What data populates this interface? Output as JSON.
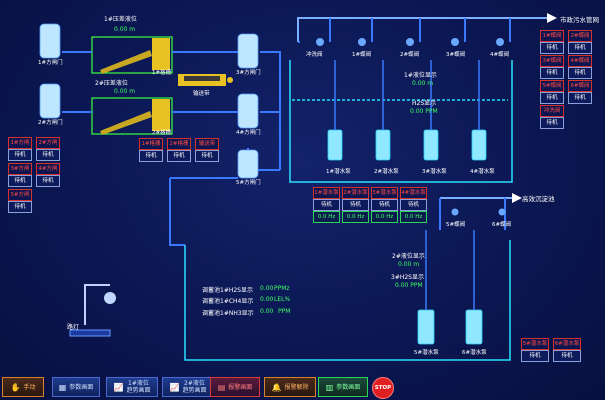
{
  "colors": {
    "pipe": "#3a78ff",
    "water": "#2ae0ff",
    "alarm": "#ff3a3a",
    "value": "#3cff64",
    "bg": "#0b1752"
  },
  "press1": {
    "title": "1#压差液位",
    "value": "0.00 m"
  },
  "press2": {
    "title": "2#压差液位",
    "value": "0.00 m"
  },
  "grille1": "1#格栅",
  "grille2": "2#格栅",
  "conveyor": "输送带",
  "gate1": "1#方闸门",
  "gate2": "2#方闸门",
  "gate3": "3#方闸门",
  "gate4": "4#方闸门",
  "gate5": "5#方闸门",
  "fault_left": [
    "1#方闸门",
    "2#方闸门",
    "3#方闸门",
    "4#方闸门",
    "5#方闸门"
  ],
  "standby": "待机",
  "fault_mid": [
    "1#格栅",
    "2#格栅",
    "输送带"
  ],
  "municipal_pipe": "市政污水管网",
  "efficient_tank": "高效沉淀池",
  "flush_valve": "冲洗阀",
  "valves_top": [
    "1#蝶阀",
    "2#蝶阀",
    "3#蝶阀",
    "4#蝶阀"
  ],
  "valves_bottom": [
    "5#蝶阀",
    "6#蝶阀"
  ],
  "level1": {
    "title": "1#液位显示",
    "value": "0.00 m"
  },
  "h2s2": {
    "title": "H2S显示",
    "value": "0.00 PPM"
  },
  "pumps_top": [
    "1#潜水泵",
    "2#潜水泵",
    "3#潜水泵",
    "4#潜水泵"
  ],
  "pumps_bottom": [
    "5#潜水泵",
    "6#潜水泵"
  ],
  "pump_faults": [
    "1#潜水泵",
    "2#潜水泵",
    "3#潜水泵",
    "4#潜水泵"
  ],
  "hz": [
    "0.0 Hz",
    "0.0 Hz",
    "0.0 Hz",
    "0.0 Hz"
  ],
  "right_faults": [
    "1#蝶阀",
    "2#蝶阀",
    "3#蝶阀",
    "4#蝶阀",
    "5#蝶阀",
    "6#蝶阀",
    "冲洗阀"
  ],
  "bottom_right_faults": [
    "5#潜水泵",
    "6#潜水泵"
  ],
  "level2": {
    "title": "2#液位显示",
    "value": "0.00 m"
  },
  "h2s3": {
    "title": "3#H2S显示",
    "value": "0.00 PPM"
  },
  "tank": [
    {
      "label": "调蓄池1#H2S显示",
      "value": "0.00",
      "unit": "PPMz"
    },
    {
      "label": "调蓄池1#CH4显示",
      "value": "0.00",
      "unit": "LEL%"
    },
    {
      "label": "调蓄池1#NH3显示",
      "value": "0.00",
      "unit": "PPM"
    }
  ],
  "street_light": "路灯",
  "nav": {
    "manual": "手动",
    "params": "参数画面",
    "trend1": "1#液位\n趋势画面",
    "trend2": "2#液位\n趋势画面",
    "alarm": "报警画面",
    "reset": "报警解除",
    "params2": "参数画面",
    "stop": "STOP"
  }
}
